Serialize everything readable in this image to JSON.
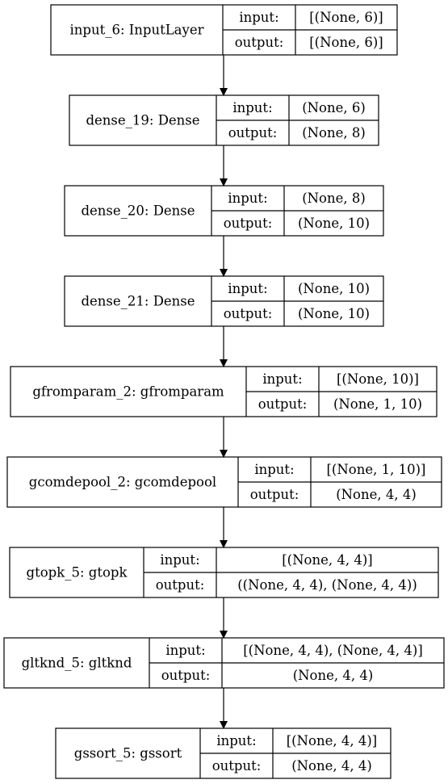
{
  "diagram": {
    "input_label": "input:",
    "output_label": "output:",
    "layers": [
      {
        "name": "input_6: InputLayer",
        "input": "[(None, 6)]",
        "output": "[(None, 6)]"
      },
      {
        "name": "dense_19: Dense",
        "input": "(None, 6)",
        "output": "(None, 8)"
      },
      {
        "name": "dense_20: Dense",
        "input": "(None, 8)",
        "output": "(None, 10)"
      },
      {
        "name": "dense_21: Dense",
        "input": "(None, 10)",
        "output": "(None, 10)"
      },
      {
        "name": "gfromparam_2: gfromparam",
        "input": "[(None, 10)]",
        "output": "(None, 1, 10)"
      },
      {
        "name": "gcomdepool_2: gcomdepool",
        "input": "[(None, 1, 10)]",
        "output": "(None, 4, 4)"
      },
      {
        "name": "gtopk_5: gtopk",
        "input": "[(None, 4, 4)]",
        "output": "((None, 4, 4), (None, 4, 4))"
      },
      {
        "name": "gltknd_5: gltknd",
        "input": "[(None, 4, 4), (None, 4, 4)]",
        "output": "(None, 4, 4)"
      },
      {
        "name": "gssort_5: gssort",
        "input": "[(None, 4, 4)]",
        "output": "(None, 4, 4)"
      }
    ]
  }
}
